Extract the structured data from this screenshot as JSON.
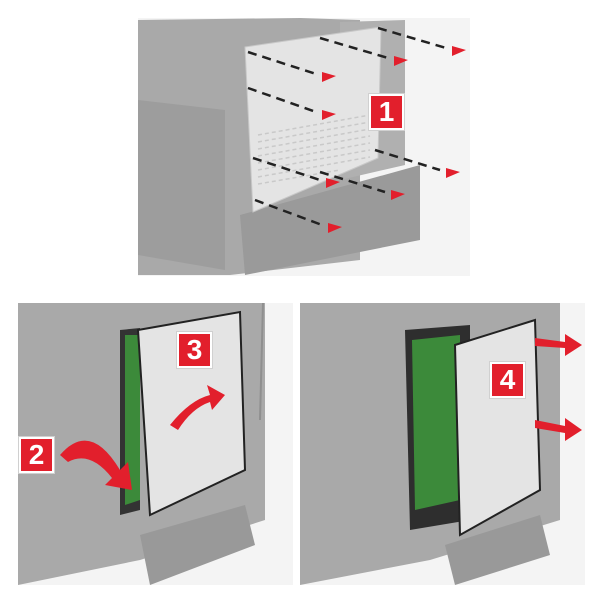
{
  "steps": [
    {
      "number": "1",
      "action": "remove-screws"
    },
    {
      "number": "2",
      "action": "pull-cover-open"
    },
    {
      "number": "3",
      "action": "swing-cover"
    },
    {
      "number": "4",
      "action": "remove-cover"
    }
  ],
  "colors": {
    "accent": "#e21f2c",
    "printer": "#a9a9a9",
    "panel": "#e4e4e4"
  }
}
